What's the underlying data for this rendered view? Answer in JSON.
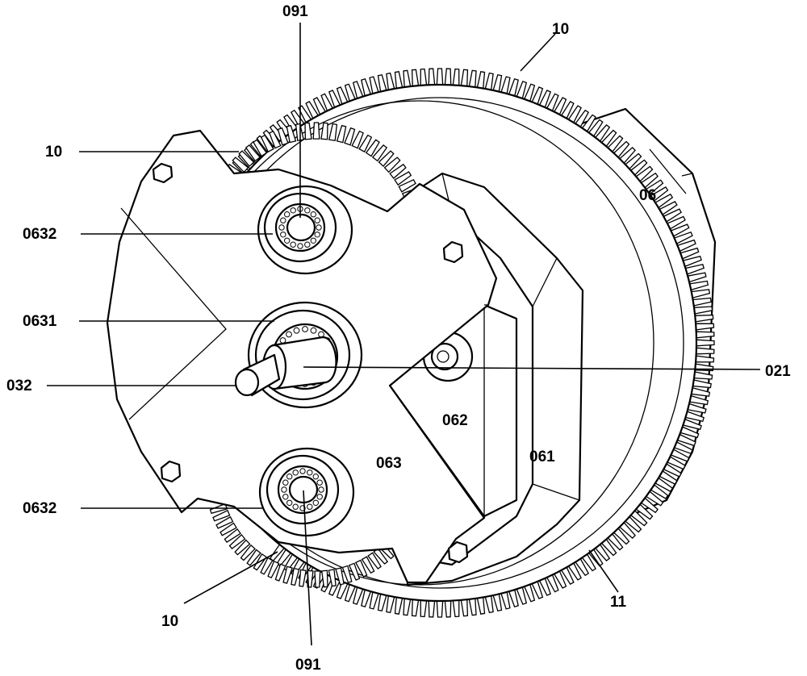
{
  "labels": {
    "l091_top": "091",
    "l10_top": "10",
    "l10_left": "10",
    "l06": "06",
    "l0632_top": "0632",
    "l0631": "0631",
    "l032": "032",
    "l021": "021",
    "l062": "062",
    "l063": "063",
    "l061": "061",
    "l0632_bottom": "0632",
    "l10_bottom": "10",
    "l11": "11",
    "l091_bottom": "091"
  },
  "colors": {
    "ink": "#000000",
    "paper": "#ffffff"
  },
  "drawing": {
    "outer_teeth": 150,
    "planet_teeth": 34
  }
}
